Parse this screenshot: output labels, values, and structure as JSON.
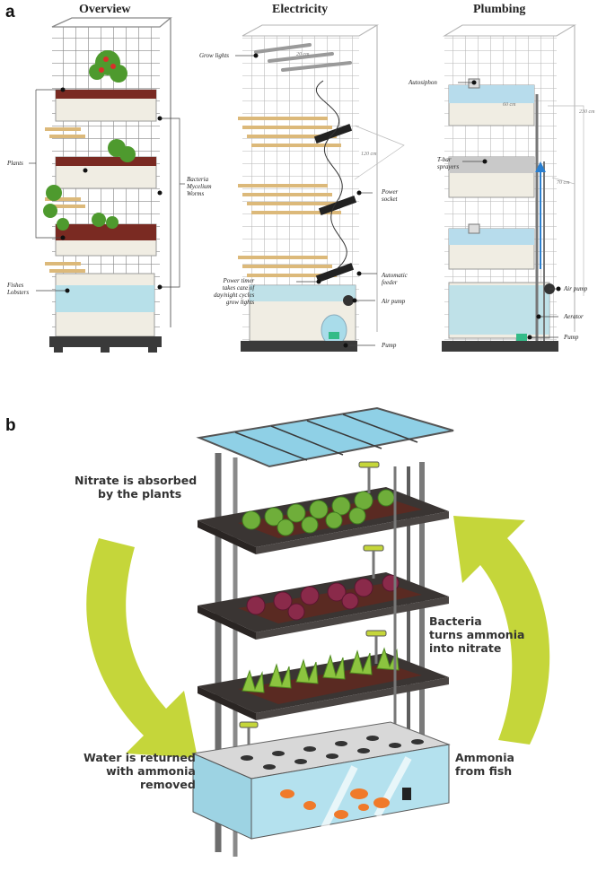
{
  "panel_a": {
    "letter": "a",
    "columns": [
      "Overview",
      "Electricity",
      "Plumbing"
    ],
    "overview_labels": {
      "plants": "Plants",
      "bacteria": [
        "Bacteria",
        "Mycelium",
        "Worms"
      ],
      "fishes": [
        "Fishes",
        "Lobsters"
      ]
    },
    "electricity_labels": {
      "grow_lights": "Grow lights",
      "power_socket": [
        "Power",
        "socket"
      ],
      "automatic_feeder": [
        "Automatic",
        "feeder"
      ],
      "air_pump": "Air pump",
      "power_timer": [
        "Power timer",
        "takes care of",
        "day/night cycles",
        "grow lights"
      ],
      "pump": "Pump",
      "dim_120": "120 cm",
      "dim_20": "20 cm"
    },
    "plumbing_labels": {
      "autosiphon": "Autosiphon",
      "tbar": [
        "T-bar",
        "sprayers"
      ],
      "air_pump": "Air pump",
      "aerator": "Aerator",
      "pump": "Pump",
      "dim_230": "230 cm",
      "dim_60": "60 cm",
      "dim_70": "70 cm"
    }
  },
  "panel_b": {
    "letter": "b",
    "nitrate": [
      "Nitrate is absorbed",
      "by the plants"
    ],
    "bacteria": [
      "Bacteria",
      "turns ammonia",
      "into nitrate"
    ],
    "water": [
      "Water is returned",
      "with ammonia",
      "removed"
    ],
    "ammonia": [
      "Ammonia",
      "from fish"
    ]
  },
  "colors": {
    "arrow_green": "#c5d63a",
    "shelf": "#3a3533",
    "roof": "#8fd0e6",
    "water": "#a9dcea",
    "tote": "#f0ede3",
    "wood": "#dcb97a",
    "soil": "#7a2a22"
  }
}
